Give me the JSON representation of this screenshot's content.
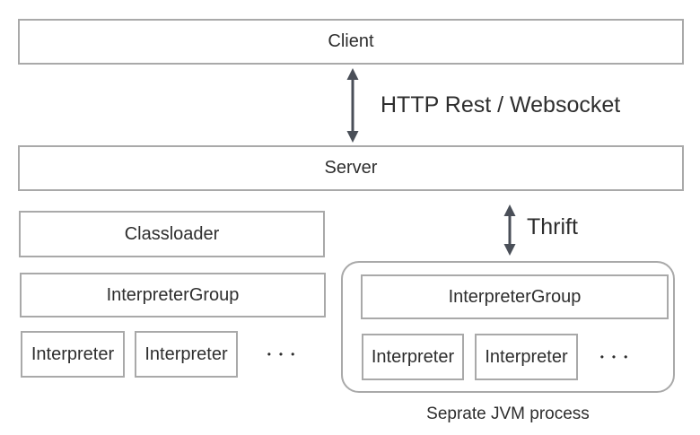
{
  "colors": {
    "box_border": "#a9a9a9",
    "arrow": "#4a4f58",
    "text": "#2e2e2e"
  },
  "diagram": {
    "client": {
      "label": "Client"
    },
    "server": {
      "label": "Server"
    },
    "links": {
      "http": "HTTP Rest / Websocket",
      "thrift": "Thrift"
    },
    "left_stack": {
      "classloader": "Classloader",
      "group": "InterpreterGroup",
      "interpreters": [
        "Interpreter",
        "Interpreter"
      ],
      "ellipsis": "•••"
    },
    "jvm_process": {
      "group": "InterpreterGroup",
      "interpreters": [
        "Interpreter",
        "Interpreter"
      ],
      "ellipsis": "•••",
      "caption": "Seprate JVM process"
    }
  }
}
